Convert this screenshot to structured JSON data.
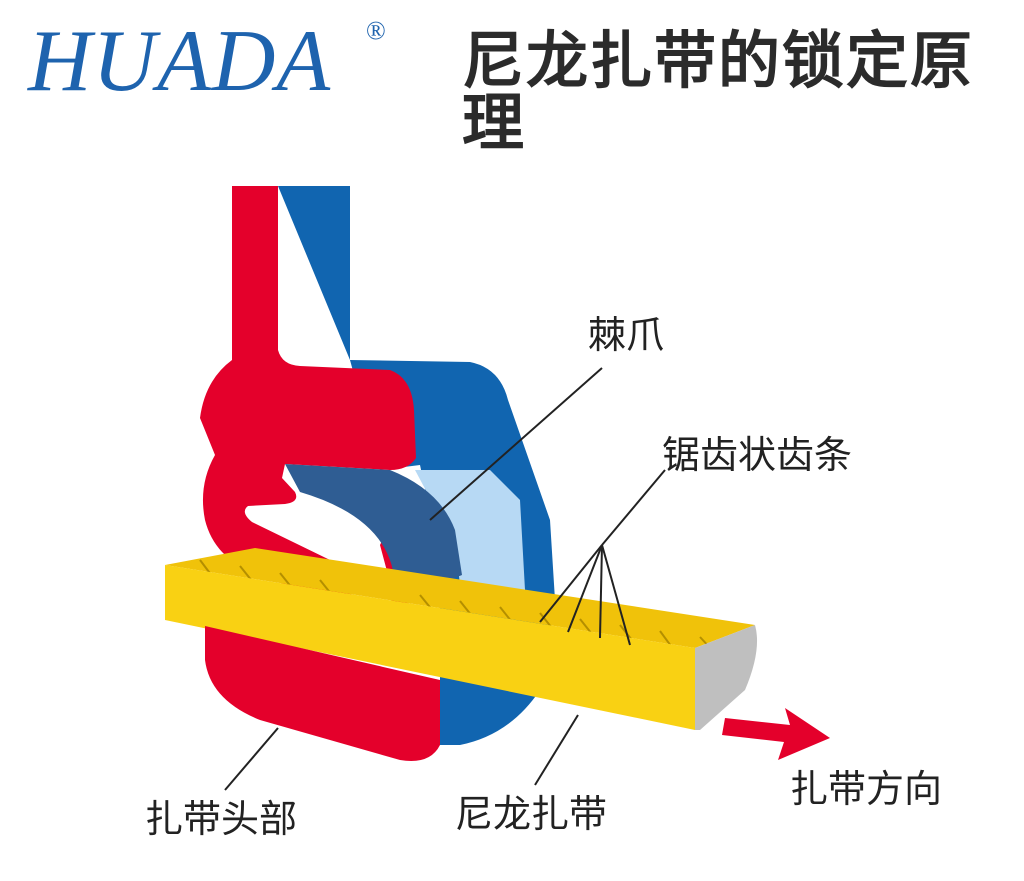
{
  "brand": {
    "logo_text": "HUADA",
    "registered_mark": "®"
  },
  "title": "尼龙扎带的锁定原理",
  "labels": {
    "pawl": "棘爪",
    "serrated_teeth": "锯齿状齿条",
    "tie_head": "扎带头部",
    "nylon_tie": "尼龙扎带",
    "tie_direction": "扎带方向"
  },
  "colors": {
    "logo_blue": "#1e63ae",
    "head_red": "#e4002b",
    "head_blue": "#1165b0",
    "pawl_dark_blue": "#2f5d93",
    "cavity_light_blue": "#b7d9f4",
    "strap_yellow": "#f9d113",
    "tooth_dark": "#d4ac00",
    "strap_end_gray": "#bfbfbf",
    "arrow_red": "#e4002b"
  }
}
